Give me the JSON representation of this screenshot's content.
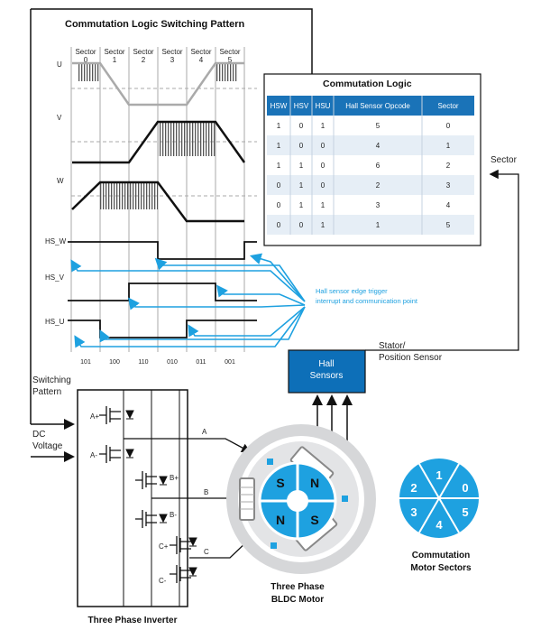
{
  "waveform": {
    "title": "Commutation Logic Switching Pattern",
    "sectors": [
      "Sector\n0",
      "Sector\n1",
      "Sector\n2",
      "Sector\n3",
      "Sector\n4",
      "Sector\n5"
    ],
    "sector_line1": [
      "Sector",
      "Sector",
      "Sector",
      "Sector",
      "Sector",
      "Sector"
    ],
    "sector_line2": [
      "0",
      "1",
      "2",
      "3",
      "4",
      "5"
    ],
    "phase_labels": [
      "U",
      "V",
      "W"
    ],
    "hall_labels": [
      "HS_W",
      "HS_V",
      "HS_U"
    ],
    "hall_codes": [
      "101",
      "100",
      "110",
      "010",
      "011",
      "001"
    ],
    "annotation_line1": "Hall sensor edge trigger",
    "annotation_line2": "interrupt and communication point"
  },
  "table": {
    "title": "Commutation Logic",
    "headers": [
      "HSW",
      "HSV",
      "HSU",
      "Hall Sensor Opcode",
      "Sector"
    ],
    "rows": [
      [
        "1",
        "0",
        "1",
        "5",
        "0"
      ],
      [
        "1",
        "0",
        "0",
        "4",
        "1"
      ],
      [
        "1",
        "1",
        "0",
        "6",
        "2"
      ],
      [
        "0",
        "1",
        "0",
        "2",
        "3"
      ],
      [
        "0",
        "1",
        "1",
        "3",
        "4"
      ],
      [
        "0",
        "0",
        "1",
        "1",
        "5"
      ]
    ]
  },
  "labels": {
    "sector": "Sector",
    "switching_line1": "Switching",
    "switching_line2": "Pattern",
    "dc_line1": "DC",
    "dc_line2": "Voltage",
    "stator_line1": "Stator/",
    "stator_line2": "Position Sensor",
    "hall_line1": "Hall",
    "hall_line2": "Sensors",
    "inverter": "Three Phase Inverter",
    "motor_line1": "Three Phase",
    "motor_line2": "BLDC Motor",
    "sectors_line1": "Commutation",
    "sectors_line2": "Motor Sectors"
  },
  "switches": [
    "A+",
    "A-",
    "B+",
    "B-",
    "C+",
    "C-"
  ],
  "phases": [
    "A",
    "B",
    "C"
  ],
  "rotor_poles": [
    "S",
    "N",
    "N",
    "S"
  ],
  "pie_sectors": [
    "1",
    "0",
    "5",
    "4",
    "3",
    "2"
  ],
  "colors": {
    "accent": "#1ea1e0",
    "table_header": "#1a73b8",
    "hall_box": "#0d6fb8"
  }
}
